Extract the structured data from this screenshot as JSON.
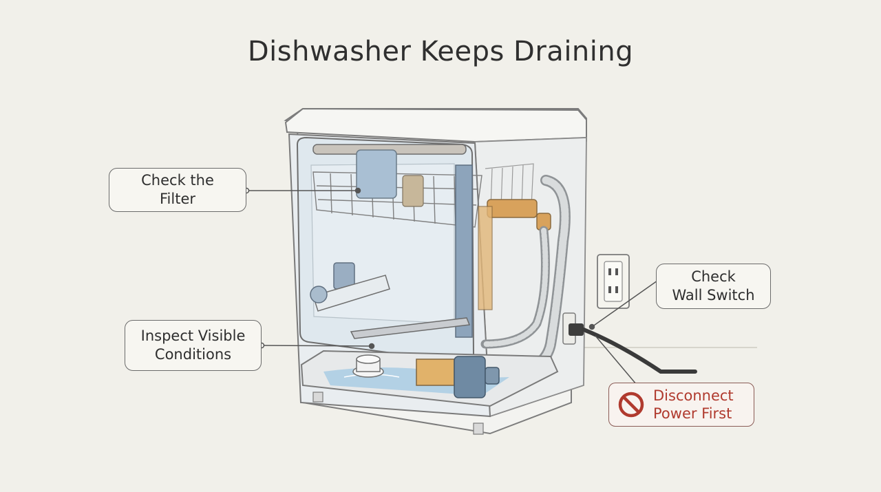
{
  "title": "Dishwasher Keeps Draining",
  "callouts": {
    "filter": {
      "line1": "Check the",
      "line2": "Filter"
    },
    "inspect": {
      "line1": "Inspect Visible",
      "line2": "Conditions"
    },
    "wall": {
      "line1": "Check",
      "line2": "Wall Switch"
    },
    "power": {
      "line1": "Disconnect",
      "line2": "Power First"
    }
  },
  "colors": {
    "warning_red": "#b03a2e",
    "outline": "#6a6a6a",
    "water": "#a9cde4",
    "brass": "#d8a25c"
  },
  "icons": [
    "no-entry-icon",
    "wall-outlet-icon"
  ]
}
